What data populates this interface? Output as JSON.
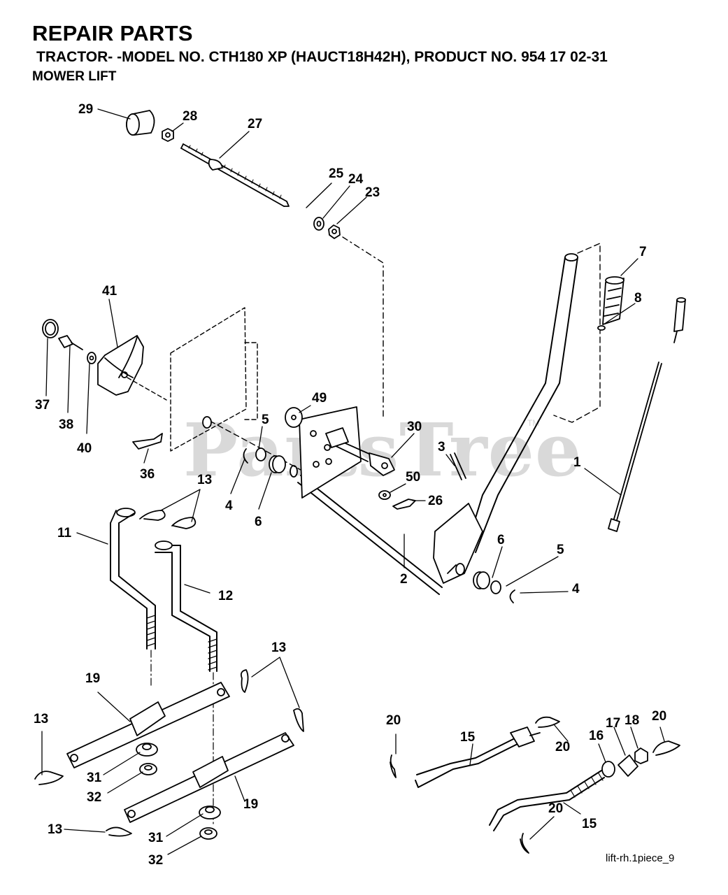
{
  "header": {
    "title": "REPAIR PARTS",
    "model_line": "TRACTOR- -MODEL NO. CTH180 XP (HAUCT18H42H), PRODUCT NO. 954 17 02-31",
    "section": "MOWER LIFT"
  },
  "watermark": {
    "text": "PartsTree",
    "tm": "TM"
  },
  "footer": {
    "ref": "lift-rh.1piece_9"
  },
  "callouts": {
    "c29": "29",
    "c28": "28",
    "c27": "27",
    "c25": "25",
    "c24": "24",
    "c23": "23",
    "c7": "7",
    "c8": "8",
    "c41": "41",
    "c49": "49",
    "c30": "30",
    "c37": "37",
    "c38": "38",
    "c40": "40",
    "c5a": "5",
    "c3": "3",
    "c50": "50",
    "c36": "36",
    "c13a": "13",
    "c4a": "4",
    "c6a": "6",
    "c26": "26",
    "c1": "1",
    "c11": "11",
    "c2": "2",
    "c6b": "6",
    "c5b": "5",
    "c12": "12",
    "c4b": "4",
    "c13b": "13",
    "c19a": "19",
    "c13c": "13",
    "c20a": "20",
    "c15a": "15",
    "c20b": "20",
    "c16": "16",
    "c17": "17",
    "c18": "18",
    "c20c": "20",
    "c31a": "31",
    "c32a": "32",
    "c19b": "19",
    "c13d": "13",
    "c31b": "31",
    "c32b": "32",
    "c20d": "20",
    "c15b": "15"
  },
  "colors": {
    "line": "#000000",
    "watermark": "#d9d9d9"
  }
}
